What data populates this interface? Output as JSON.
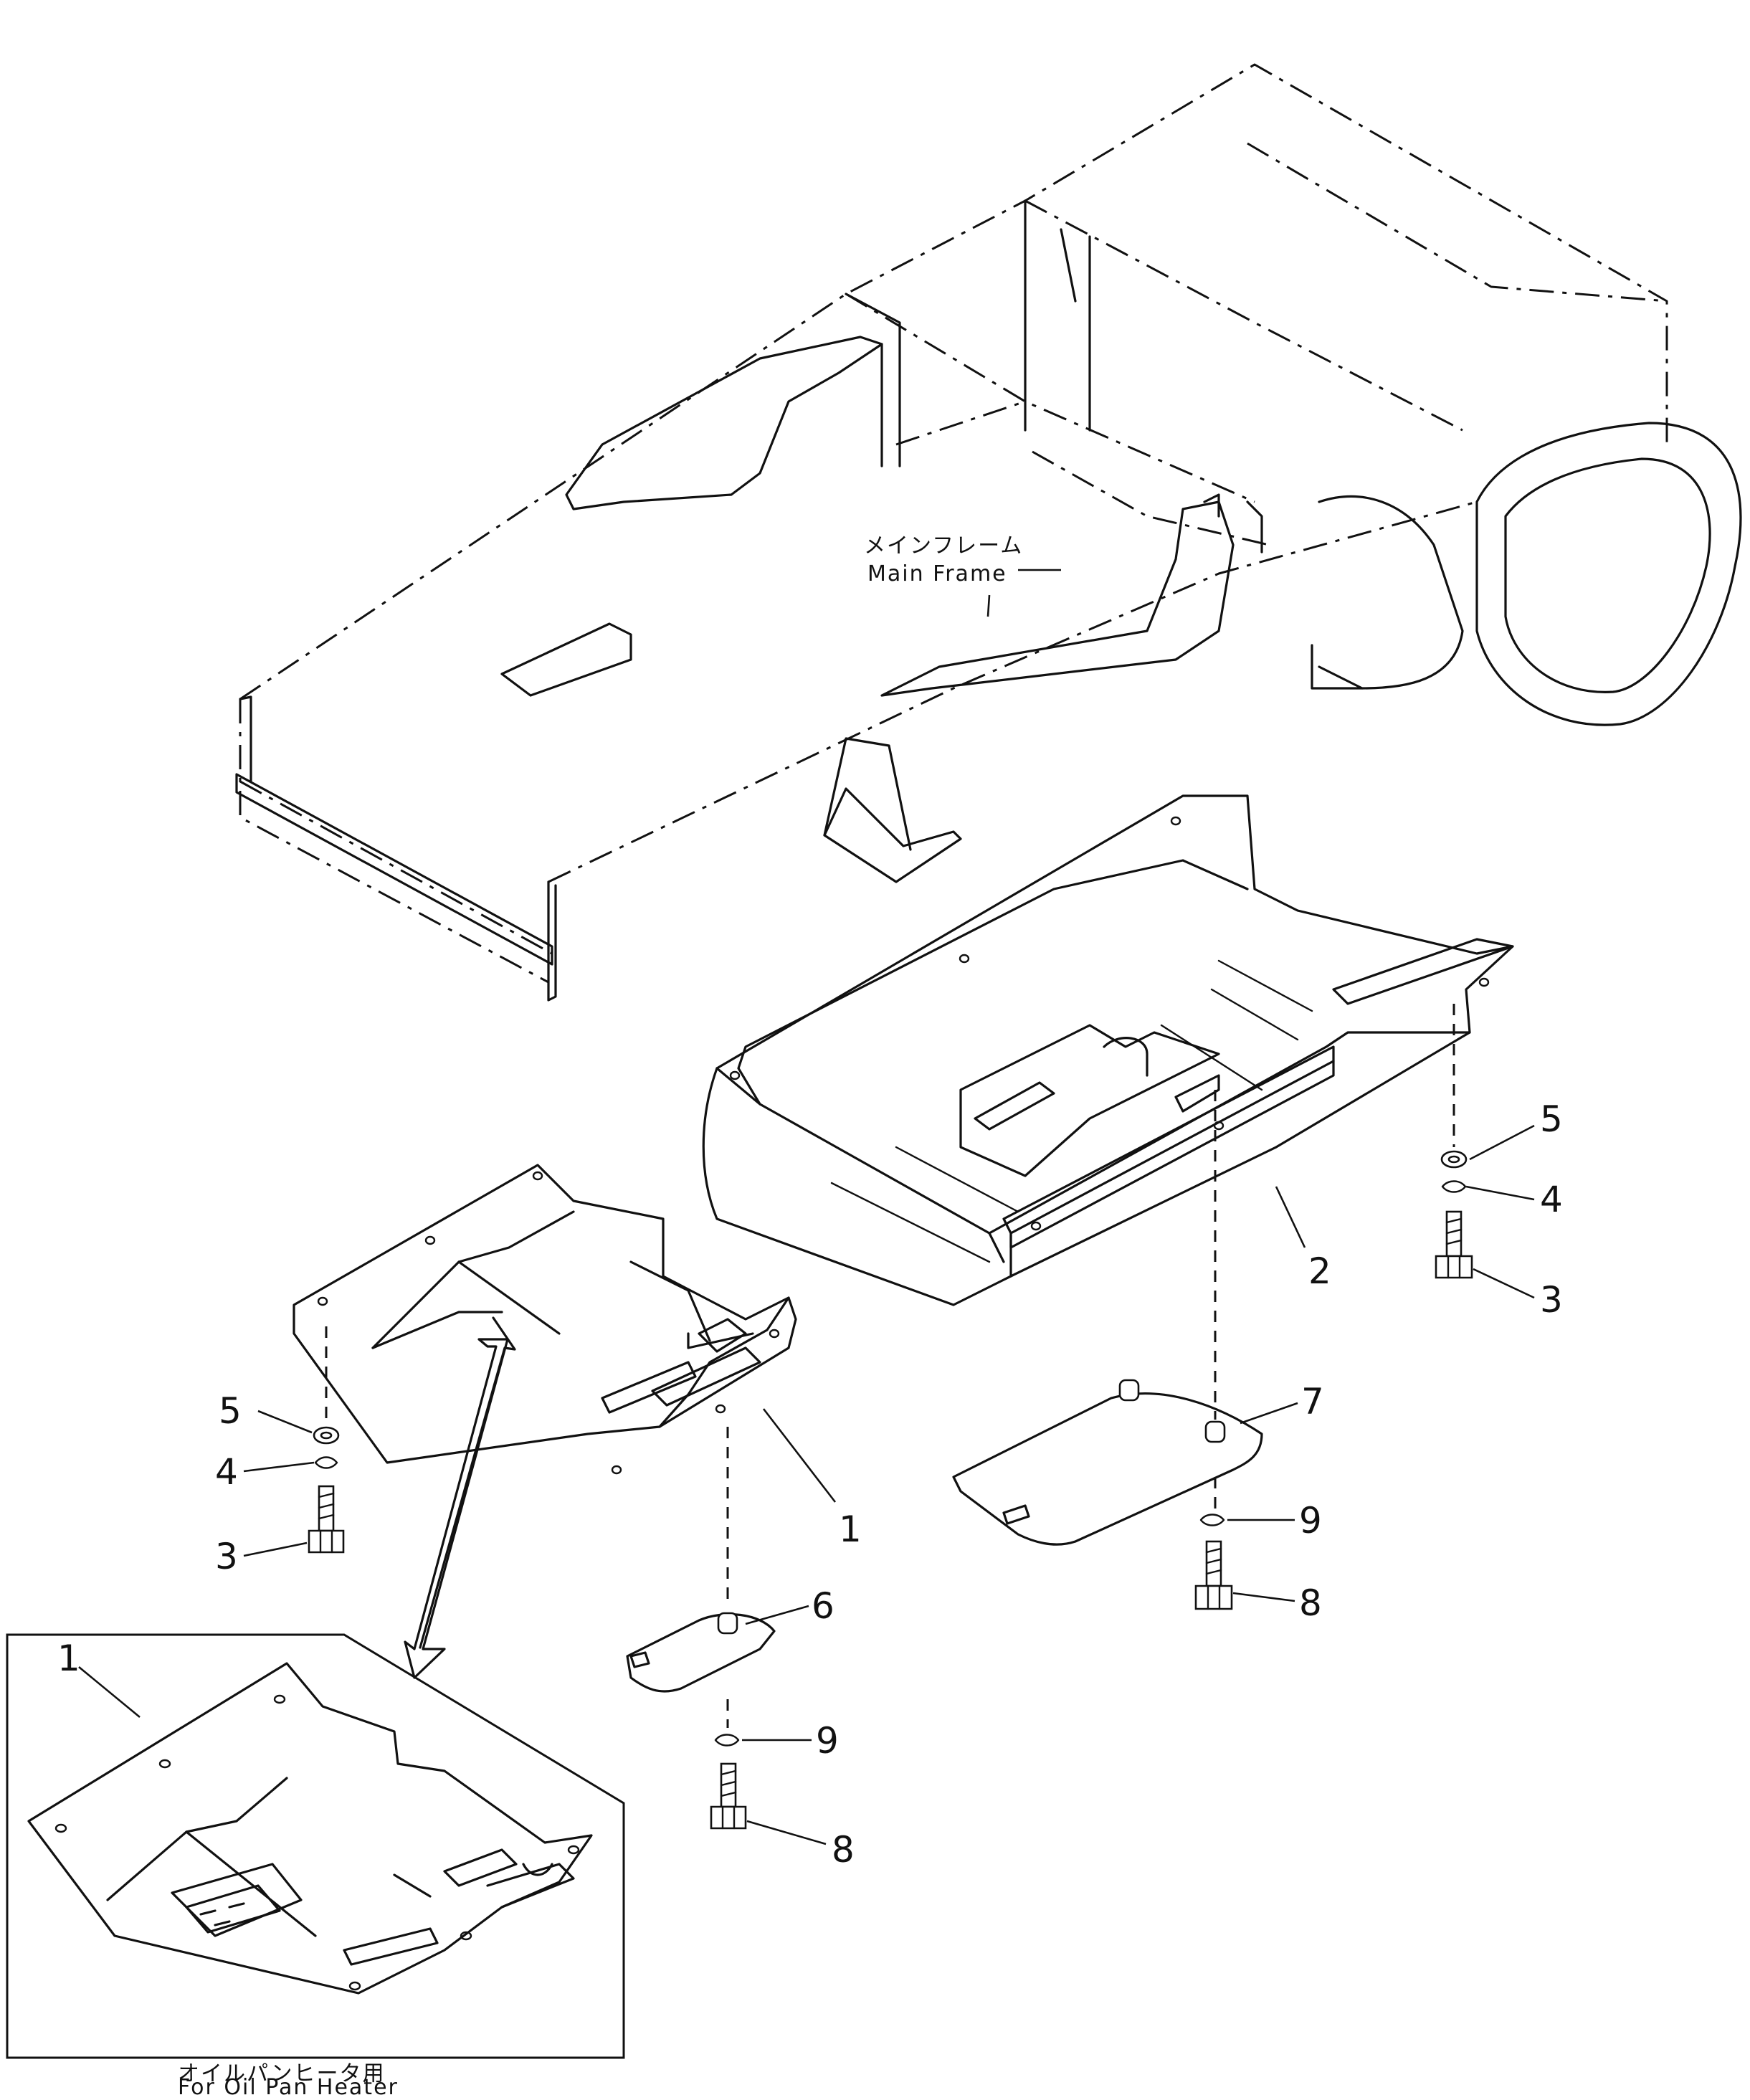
{
  "labels": {
    "main_frame_jp": "メインフレーム",
    "main_frame_en": "Main Frame",
    "inset_jp": "オイルパンヒータ用",
    "inset_en": "For Oil Pan Heater"
  },
  "callouts": {
    "c1_left": "1",
    "c1_inset": "1",
    "c2": "2",
    "c3_right": "3",
    "c4_right": "4",
    "c5_right": "5",
    "c3_left": "3",
    "c4_left": "4",
    "c5_left": "5",
    "c6": "6",
    "c7": "7",
    "c8_mid": "8",
    "c8_right": "8",
    "c9_mid": "9",
    "c9_right": "9"
  }
}
